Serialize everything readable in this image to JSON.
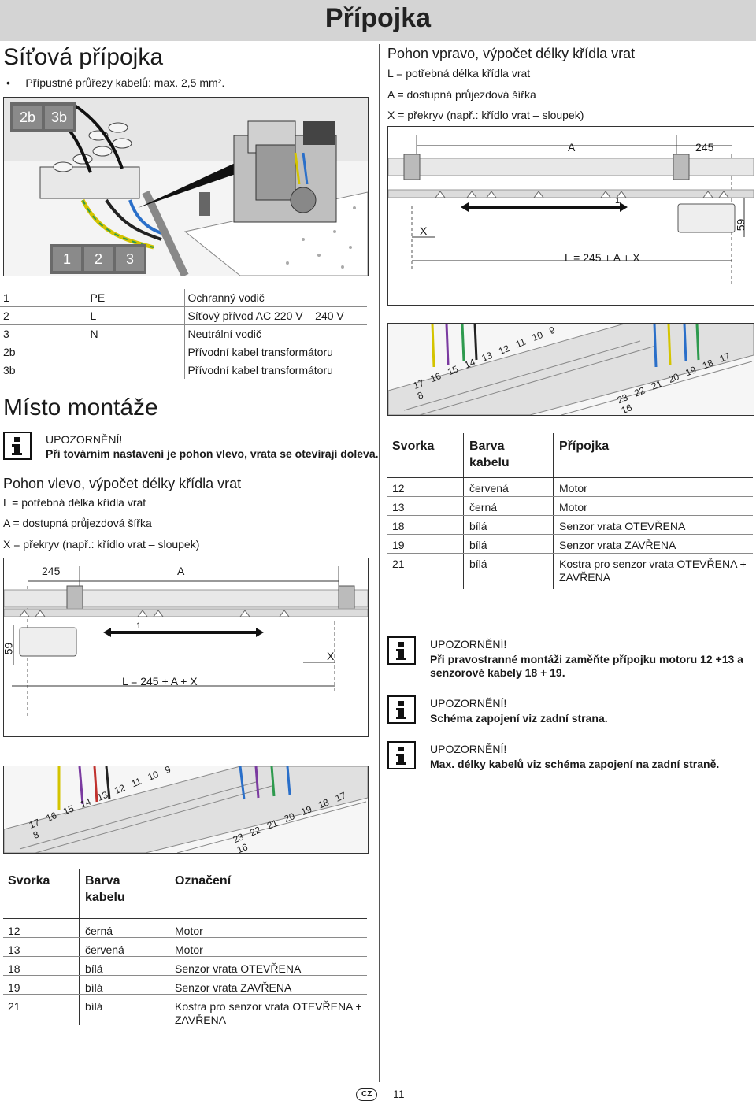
{
  "page_title": "Přípojka",
  "left": {
    "mains": {
      "title": "Síťová přípojka",
      "bullet": "Přípustné průřezy kabelů: max. 2,5 mm².",
      "fig_labels": [
        "2b",
        "3b",
        "1",
        "2",
        "3"
      ]
    },
    "conn_table": [
      {
        "num": "1",
        "code": "PE",
        "desc": "Ochranný vodič"
      },
      {
        "num": "2",
        "code": "L",
        "desc": "Síťový přívod AC 220 V – 240 V"
      },
      {
        "num": "3",
        "code": "N",
        "desc": "Neutrální vodič"
      },
      {
        "num": "2b",
        "code": "",
        "desc": "Přívodní kabel transformátoru"
      },
      {
        "num": "3b",
        "code": "",
        "desc": "Přívodní kabel transformátoru"
      }
    ],
    "mount": {
      "title": "Místo montáže",
      "note_head": "UPOZORNĚNÍ!",
      "note_text": "Při továrním nastavení je pohon vlevo, vrata se otevírají doleva."
    },
    "left_drive": {
      "title": "Pohon vlevo, výpočet délky křídla vrat",
      "l1": "L = potřebná délka křídla vrat",
      "l2": "A = dostupná průjezdová šířka",
      "l3": "X = překryv (např.: křídlo vrat – sloupek)",
      "fig": {
        "d245": "245",
        "dA": "A",
        "d59": "59",
        "dX": "X",
        "formula": "L = 245 + A + X",
        "one": "1"
      }
    },
    "table2": {
      "headers": [
        "Svorka",
        "Barva kabelu",
        "Označení"
      ],
      "rows": [
        [
          "12",
          "černá",
          "Motor"
        ],
        [
          "13",
          "červená",
          "Motor"
        ],
        [
          "18",
          "bílá",
          "Senzor vrata OTEVŘENA"
        ],
        [
          "19",
          "bílá",
          "Senzor vrata ZAVŘENA"
        ],
        [
          "21",
          "bílá",
          "Kostra pro senzor vrata OTEVŘENA + ZAVŘENA"
        ]
      ]
    },
    "terminals_left": [
      "17",
      "16",
      "15",
      "14",
      "13",
      "12",
      "11",
      "10",
      "9",
      "8"
    ],
    "terminals_right": [
      "23",
      "22",
      "21",
      "20",
      "19",
      "18",
      "17",
      "16"
    ]
  },
  "right": {
    "right_drive": {
      "title": "Pohon vpravo, výpočet délky křídla vrat",
      "l1": "L = potřebná délka křídla vrat",
      "l2": "A = dostupná průjezdová šířka",
      "l3": "X = překryv (např.: křídlo vrat – sloupek)",
      "fig": {
        "dA": "A",
        "d245": "245",
        "dX": "X",
        "d59": "59",
        "formula": "L = 245 + A + X",
        "one": "1"
      }
    },
    "table1": {
      "headers": [
        "Svorka",
        "Barva kabelu",
        "Přípojka"
      ],
      "rows": [
        [
          "12",
          "červená",
          "Motor"
        ],
        [
          "13",
          "černá",
          "Motor"
        ],
        [
          "18",
          "bílá",
          "Senzor vrata OTEVŘENA"
        ],
        [
          "19",
          "bílá",
          "Senzor vrata ZAVŘENA"
        ],
        [
          "21",
          "bílá",
          "Kostra pro senzor vrata OTEVŘENA + ZAVŘENA"
        ]
      ]
    },
    "notes": [
      {
        "head": "UPOZORNĚNÍ!",
        "text": "Při pravostranné montáži zaměňte přípojku motoru 12 +13 a senzorové kabely 18 + 19."
      },
      {
        "head": "UPOZORNĚNÍ!",
        "text": "Schéma zapojení viz zadní strana."
      },
      {
        "head": "UPOZORNĚNÍ!",
        "text": "Max. délky kabelů viz schéma zapojení na zadní straně."
      }
    ]
  },
  "footer": {
    "lang": "CZ",
    "page": "11"
  },
  "colors": {
    "banner": "#d4d4d4",
    "wire_yellow": "#d4c400",
    "wire_red": "#c0302c",
    "wire_green": "#2e9a4e",
    "wire_blue": "#2a6fc9",
    "wire_purple": "#7a3aa0",
    "wire_black": "#222222"
  }
}
